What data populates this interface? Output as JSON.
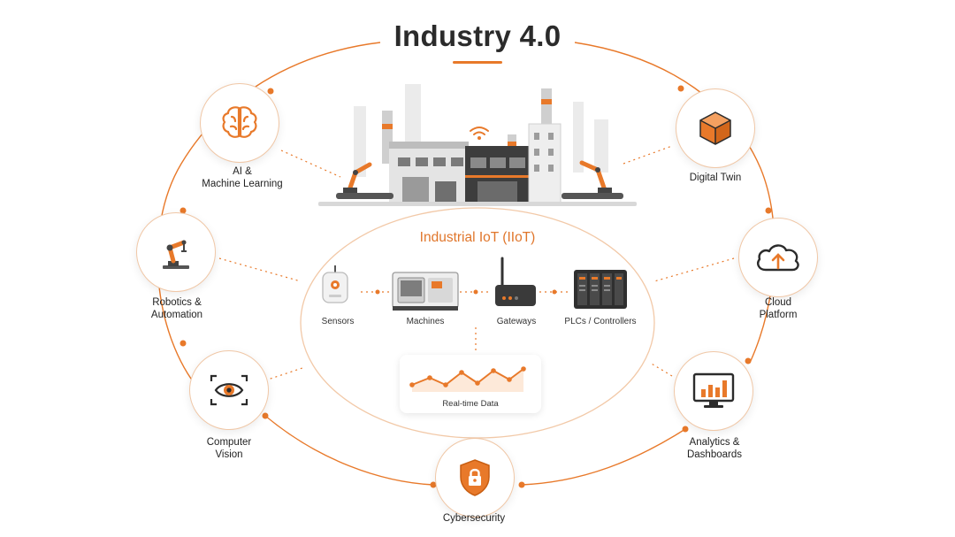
{
  "title": "Industry 4.0",
  "center": {
    "title": "Industrial IoT (IIoT)"
  },
  "nodes": {
    "ai": {
      "label": "AI &\nMachine Learning",
      "icon": "brain-icon"
    },
    "robotics": {
      "label": "Robotics &\nAutomation",
      "icon": "robot-arm-icon"
    },
    "vision": {
      "label": "Computer\nVision",
      "icon": "eye-scan-icon"
    },
    "security": {
      "label": "Cybersecurity",
      "icon": "shield-lock-icon"
    },
    "analytics": {
      "label": "Analytics &\nDashboards",
      "icon": "bar-chart-monitor-icon"
    },
    "cloud": {
      "label": "Cloud\nPlatform",
      "icon": "cloud-upload-icon"
    },
    "twin": {
      "label": "Digital Twin",
      "icon": "cube-icon"
    }
  },
  "devices": {
    "sensors": {
      "label": "Sensors",
      "icon": "sensor-icon"
    },
    "machines": {
      "label": "Machines",
      "icon": "cnc-machine-icon"
    },
    "gateways": {
      "label": "Gateways",
      "icon": "gateway-router-icon"
    },
    "plcs": {
      "label": "PLCs / Controllers",
      "icon": "plc-rack-icon"
    }
  },
  "realtime": {
    "label": "Real-time Data",
    "icon": "line-chart-icon"
  },
  "colors": {
    "accent": "#e8792a",
    "text": "#222222",
    "ring": "#f0c7a6"
  }
}
